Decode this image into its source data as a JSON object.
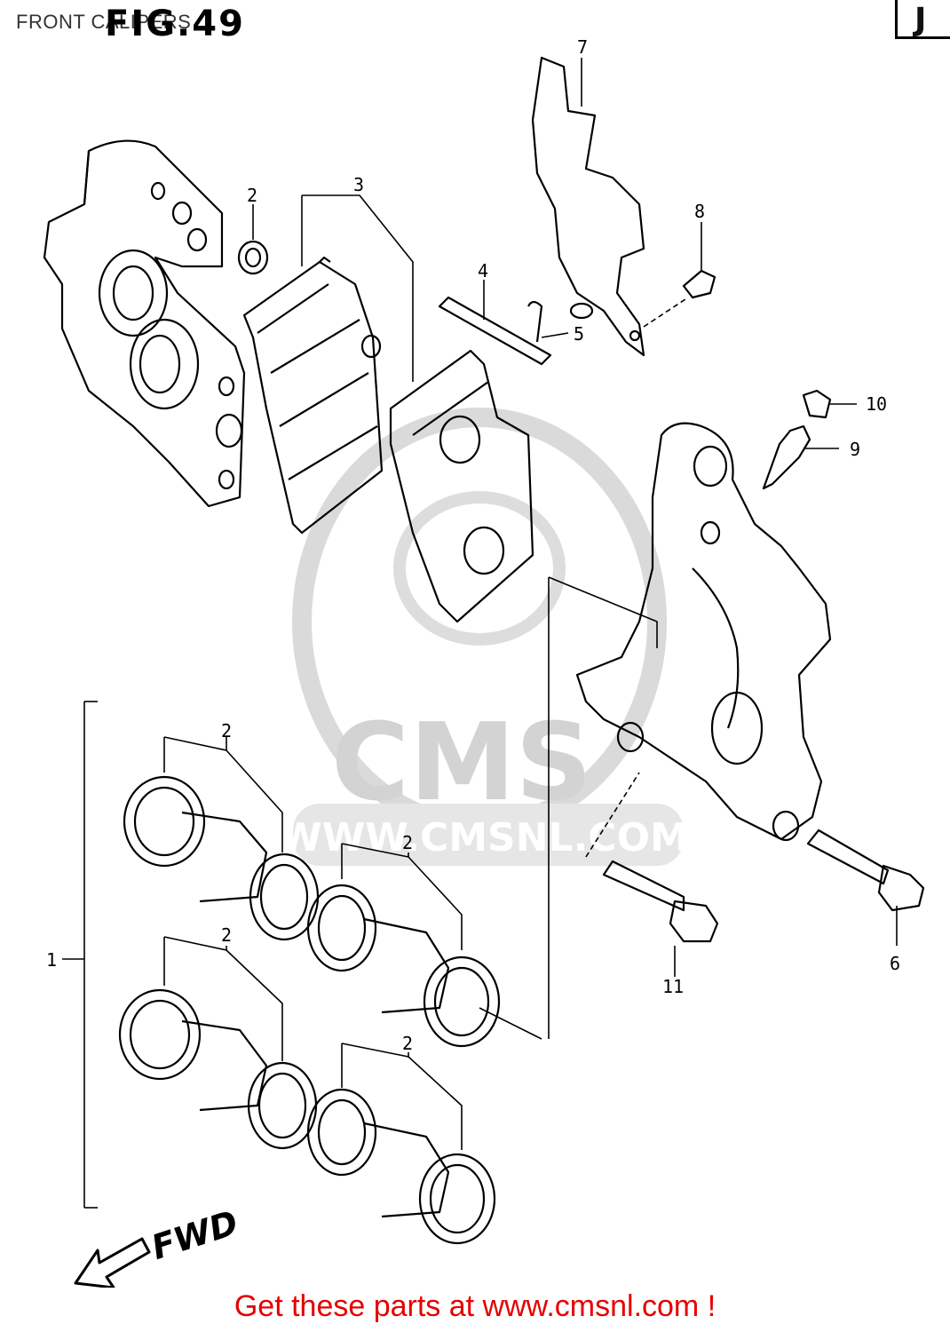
{
  "header": {
    "title": "FRONT CALIPERS",
    "figure": "FIG.49",
    "section": "J"
  },
  "callouts": [
    {
      "id": "c1",
      "label": "1"
    },
    {
      "id": "c2a",
      "label": "2"
    },
    {
      "id": "c2b",
      "label": "2"
    },
    {
      "id": "c2c",
      "label": "2"
    },
    {
      "id": "c2d",
      "label": "2"
    },
    {
      "id": "c2e",
      "label": "2"
    },
    {
      "id": "c3",
      "label": "3"
    },
    {
      "id": "c4",
      "label": "4"
    },
    {
      "id": "c5",
      "label": "5"
    },
    {
      "id": "c6",
      "label": "6"
    },
    {
      "id": "c7",
      "label": "7"
    },
    {
      "id": "c8",
      "label": "8"
    },
    {
      "id": "c9",
      "label": "9"
    },
    {
      "id": "c10",
      "label": "10"
    },
    {
      "id": "c11",
      "label": "11"
    }
  ],
  "direction_label": "FWD",
  "watermark": {
    "brand": "CMS",
    "url": "WWW.CMSNL.COM"
  },
  "footer": {
    "link_text": "Get these parts at www.cmsnl.com !"
  }
}
